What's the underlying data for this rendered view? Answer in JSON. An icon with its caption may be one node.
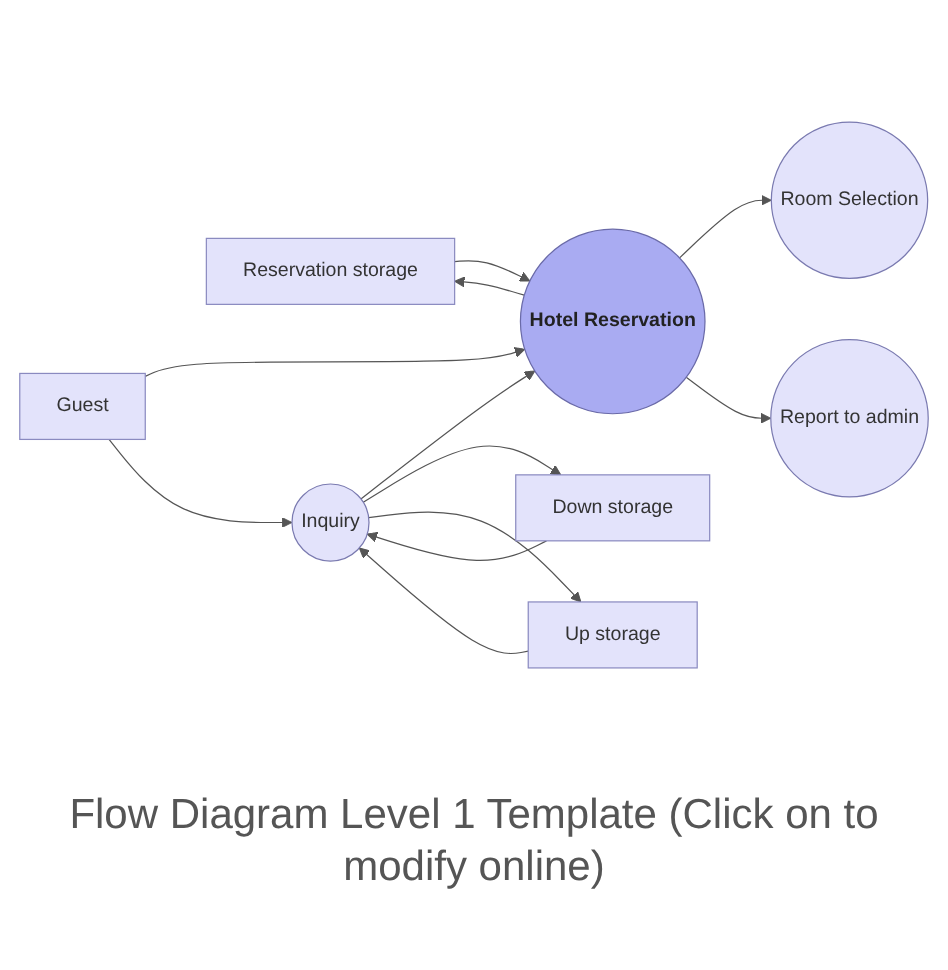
{
  "diagram": {
    "caption": "Flow Diagram Level 1 Template (Click on to modify online)",
    "nodes": [
      {
        "text": [
          "Reservation storage"
        ]
      },
      {
        "text": [
          "Guest"
        ]
      },
      {
        "text": [
          "Hotel Reservation"
        ]
      },
      {
        "text": [
          "Room Selection"
        ]
      },
      {
        "text": [
          "Report to admin"
        ]
      },
      {
        "text": [
          "Inquiry"
        ]
      },
      {
        "text": [
          "Down storage"
        ]
      },
      {
        "text": [
          "Up storage"
        ]
      }
    ],
    "edges": [
      {
        "from": 2,
        "to": 0,
        "arrow": "to"
      },
      {
        "from": 0,
        "to": 2,
        "arrow": "to"
      },
      {
        "from": 1,
        "to": 2,
        "arrow": "to"
      },
      {
        "from": 1,
        "to": 5,
        "arrow": "to"
      },
      {
        "from": 2,
        "to": 3,
        "arrow": "to"
      },
      {
        "from": 2,
        "to": 4,
        "arrow": "to"
      },
      {
        "from": 5,
        "to": 2,
        "arrow": "to"
      },
      {
        "from": 6,
        "to": 5,
        "arrow": "to"
      },
      {
        "from": 5,
        "to": 6,
        "arrow": "to"
      },
      {
        "from": 5,
        "to": 7,
        "arrow": "to"
      },
      {
        "from": 7,
        "to": 5,
        "arrow": "to"
      }
    ]
  }
}
